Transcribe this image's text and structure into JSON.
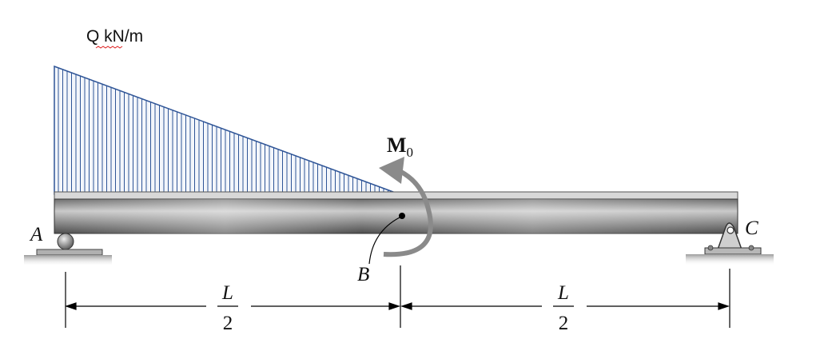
{
  "load": {
    "label": "Q kN/m",
    "color": "#2f5597",
    "fill": "#f3f6fb"
  },
  "moment": {
    "symbol": "M",
    "subscript": "0",
    "color": "#8a8a8a"
  },
  "points": {
    "a": "A",
    "b": "B",
    "c": "C"
  },
  "dimensions": [
    {
      "numerator": "L",
      "denominator": "2"
    },
    {
      "numerator": "L",
      "denominator": "2"
    }
  ],
  "beam": {
    "color": "#8c8c8c",
    "highlight": "#e2e2e2"
  }
}
